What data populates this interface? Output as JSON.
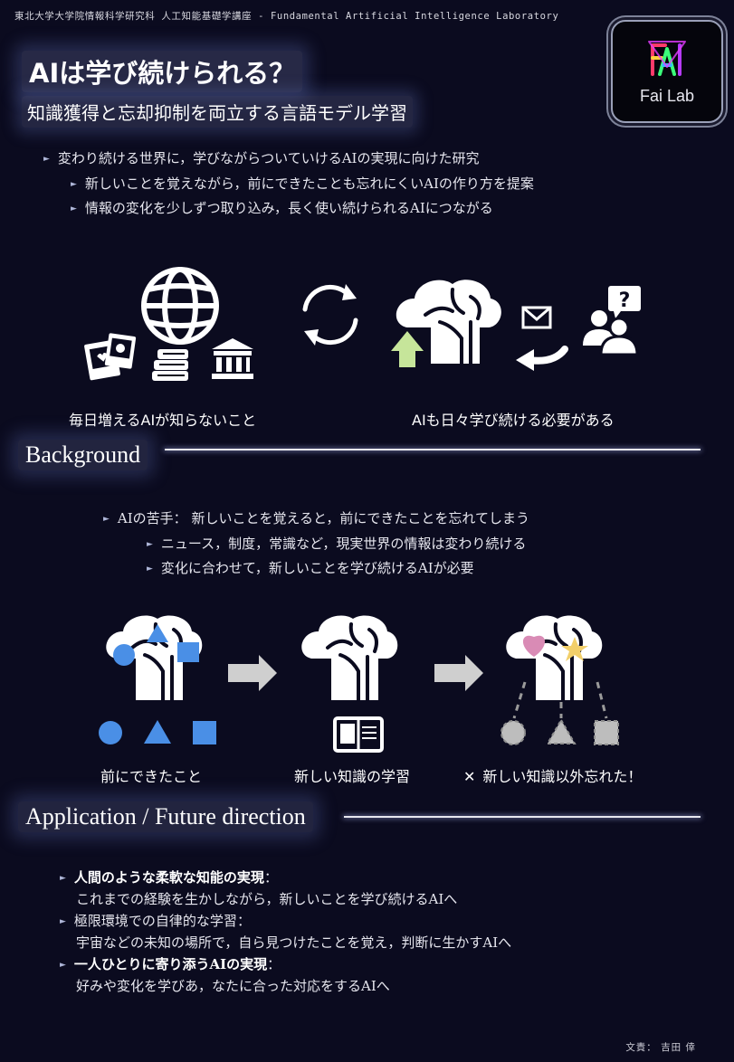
{
  "header": {
    "lab_line": "東北大学大学院情報科学研究科 人工知能基礎学講座 - Fundamental Artificial Intelligence Laboratory"
  },
  "title": "AIは学び続けられる？",
  "subtitle": "知識獲得と忘却抑制を両立する言語モデル学習",
  "logo": {
    "text": "Fai Lab",
    "colors": [
      "#ff3b6b",
      "#ffd23b",
      "#3bff7a",
      "#3bb7ff",
      "#b63bff"
    ]
  },
  "intro": {
    "main": "変わり続ける世界に，学びながらついていけるAIの実現に向けた研究",
    "sub": [
      "新しいことを覚えながら，前にできたことも忘れにくいAIの作り方を提案",
      "情報の変化を少しずつ取り込み，長く使い続けられるAIにつながる"
    ]
  },
  "figure1": {
    "left_caption": "毎日増えるAIが知らないこと",
    "right_caption": "AIも日々学び続ける必要がある",
    "icons": [
      "globe-icon",
      "photos-icon",
      "books-icon",
      "museum-icon",
      "cycle-icon",
      "brain-icon",
      "up-arrow-icon",
      "mail-icon",
      "people-question-icon"
    ],
    "accent": "#c6e59a"
  },
  "background": {
    "heading": "Background",
    "main": "AIの苦手： 新しいことを覚えると，前にできたことを忘れてしまう",
    "sub": [
      "ニュース，制度，常識など，現実世界の情報は変わり続ける",
      "変化に合わせて，新しいことを学び続けるAIが必要"
    ]
  },
  "figure2": {
    "caption1": "前にできたこと",
    "caption2": "新しい知識の学習",
    "caption3": "新しい知識以外忘れた！",
    "x_mark": "✕",
    "shape_color": "#4a8fe6",
    "heart_color": "#d98bb5",
    "star_color": "#f2cf6a",
    "faded_color": "#bdbdbd"
  },
  "application": {
    "heading": "Application / Future direction",
    "items": [
      {
        "title": "人間のような柔軟な知能の実現",
        "sep": "：",
        "desc": "これまでの経験を生かしながら，新しいことを学び続けるAIへ"
      },
      {
        "title": "極限環境での自律的な学習",
        "sep": "：",
        "desc": "宇宙などの未知の場所で，自ら見つけたことを覚え，判断に生かすAIへ"
      },
      {
        "title": "一人ひとりに寄り添うAIの実現",
        "sep": "：",
        "desc": "好みや変化を学びあ，なたに合った対応をするAIへ"
      }
    ]
  },
  "footer": {
    "author": "文責： 吉田 倖"
  }
}
